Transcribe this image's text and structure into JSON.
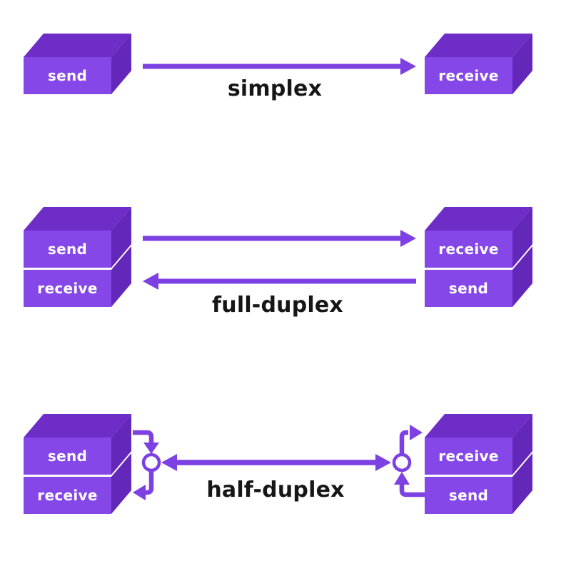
{
  "colors": {
    "background": "#ffffff",
    "box_front": "#8547e8",
    "box_top": "#6e2dc7",
    "box_side": "#6327ba",
    "arrow": "#7d40e2",
    "junction_fill": "#ffffff",
    "title_text": "#161616",
    "box_label_text": "#ffffff"
  },
  "diagram": {
    "sections": [
      {
        "title": "simplex",
        "left_stack": [
          "send"
        ],
        "right_stack": [
          "receive"
        ],
        "arrows": [
          "left-to-right"
        ]
      },
      {
        "title": "full-duplex",
        "left_stack": [
          "send",
          "receive"
        ],
        "right_stack": [
          "receive",
          "send"
        ],
        "arrows": [
          "left-to-right",
          "right-to-left"
        ]
      },
      {
        "title": "half-duplex",
        "left_stack": [
          "send",
          "receive"
        ],
        "right_stack": [
          "receive",
          "send"
        ],
        "arrows": [
          "bidirectional-shared-channel"
        ],
        "junctions": [
          "left-switch-node",
          "right-switch-node"
        ]
      }
    ]
  }
}
